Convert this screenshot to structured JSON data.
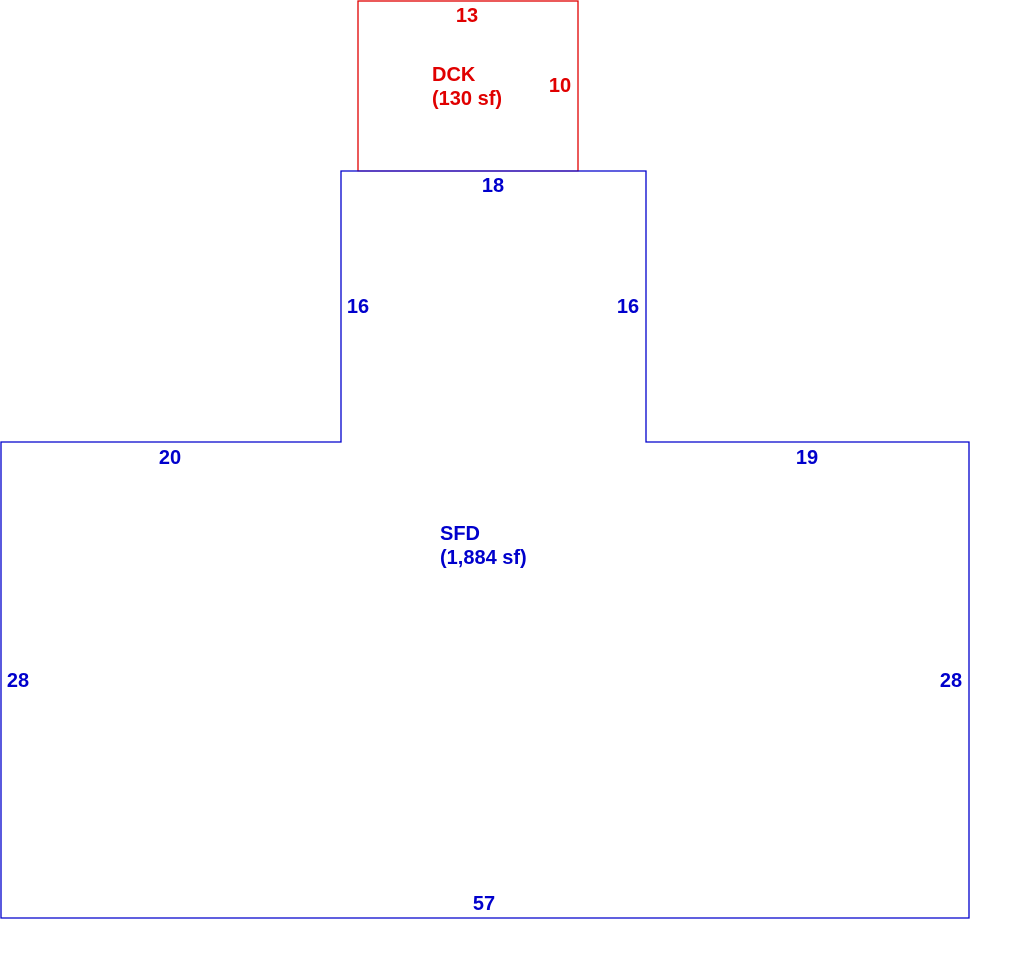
{
  "colors": {
    "deck": "#e00000",
    "dwelling": "#0000cc",
    "background": "#ffffff"
  },
  "areas": {
    "deck": {
      "code": "DCK",
      "area": "(130 sf)",
      "dims": {
        "top": "13",
        "right": "10"
      }
    },
    "dwelling": {
      "code": "SFD",
      "area": "(1,884 sf)",
      "dims": {
        "upper_top": "18",
        "upper_left": "16",
        "upper_right": "16",
        "left_top": "20",
        "right_top": "19",
        "left": "28",
        "right": "28",
        "bottom": "57"
      }
    }
  }
}
